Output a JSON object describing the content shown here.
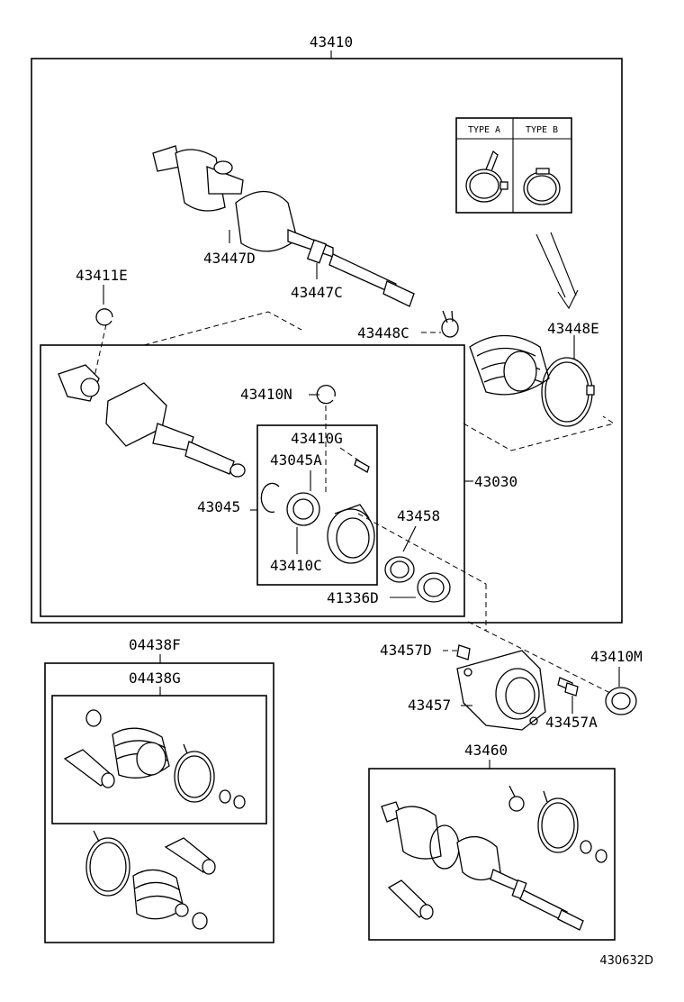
{
  "labels": {
    "p43410": "43410",
    "p43447D": "43447D",
    "p43447C": "43447C",
    "p43411E": "43411E",
    "p43448C": "43448C",
    "p43448E": "43448E",
    "p43410N": "43410N",
    "p43410G": "43410G",
    "p43045A": "43045A",
    "p43045": "43045",
    "p43030": "43030",
    "p43458": "43458",
    "p43410C": "43410C",
    "p41336D": "41336D",
    "p04438F": "04438F",
    "p04438G": "04438G",
    "p43457D": "43457D",
    "p43410M": "43410M",
    "p43457": "43457",
    "p43457A": "43457A",
    "p43460": "43460"
  },
  "clamp_types": {
    "type_a": "TYPE A",
    "type_b": "TYPE B"
  },
  "figure_ref": "430632D"
}
